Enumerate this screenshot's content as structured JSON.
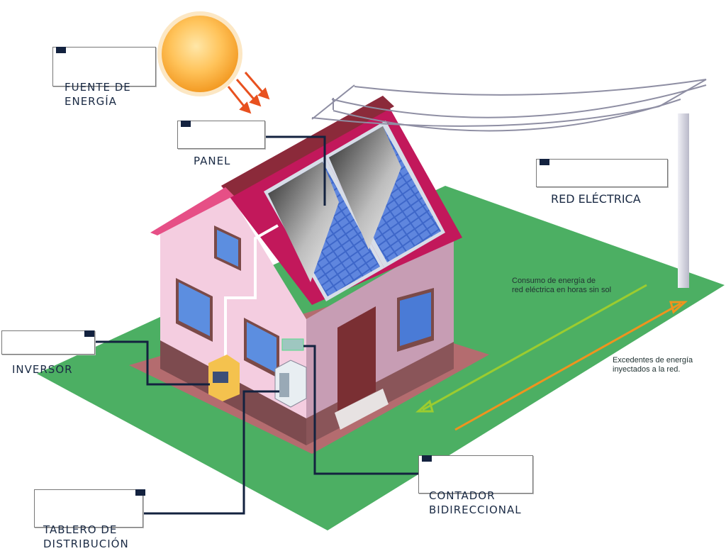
{
  "labels": {
    "fuente": "FUENTE DE\nENERGÍA",
    "panel": "PANEL",
    "red": "RED ELÉCTRICA",
    "inversor": "INVERSOR",
    "contador": "CONTADOR\nBIDIRECCIONAL",
    "tablero": "TABLERO DE\nDISTRIBUCIÓN"
  },
  "notes": {
    "consumo": "Consumo de energía de\nred eléctrica en horas sin sol",
    "excedentes": "Excedentes de energía\ninyectados a la red."
  },
  "colors": {
    "ground": "#4caf63",
    "wall_front": "#f4cde0",
    "wall_side": "#c79db4",
    "roof": "#c2185b",
    "ridge": "#8b2a3a",
    "base": "#7d4b4f",
    "consumo_arrow": "#9ccc2f",
    "excedentes_arrow": "#f0931e",
    "label_tab": "#13223f"
  }
}
